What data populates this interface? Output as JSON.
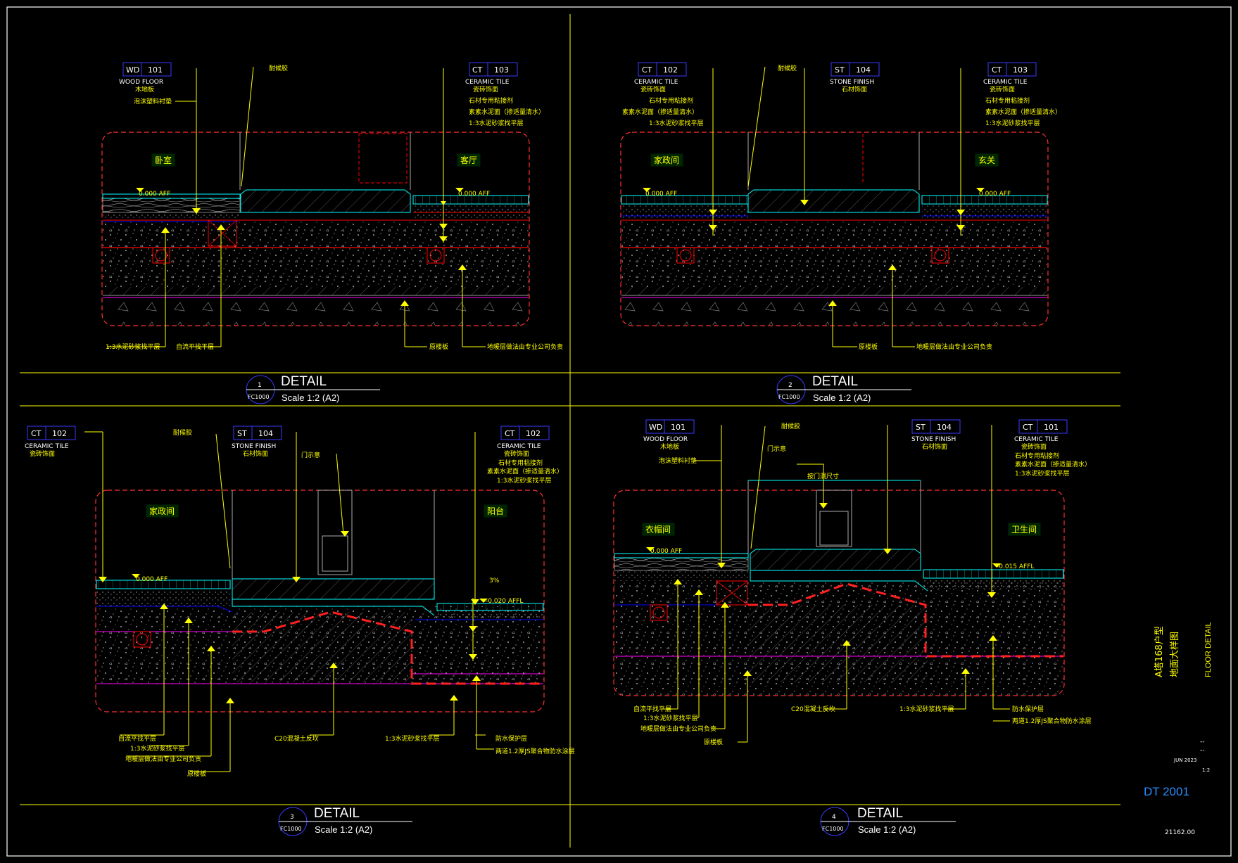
{
  "sheet": {
    "title_cn_1": "A塔168户型",
    "title_cn_2": "地面大样图",
    "title_en": "FLOOR DETAIL",
    "date": "JUN 2023",
    "scale_note": "1:2",
    "dash1": "--",
    "dash2": "--",
    "drawing_no": "DT 2001",
    "project_no": "21162.00"
  },
  "colors": {
    "frame": "#ffffff",
    "yellow": "#ffff00",
    "cyan": "#00ffff",
    "red": "#ff0000",
    "magenta": "#ff00ff",
    "blue": "#0000ff",
    "green": "#00ff00",
    "gray": "#9a9a9a"
  },
  "details": [
    {
      "number": "1",
      "ref": "FC1000",
      "title": "DETAIL",
      "scale": "Scale 1:2 (A2)",
      "tags": [
        {
          "code": "WD",
          "num": "101",
          "en": "WOOD FLOOR",
          "cn": "木地板",
          "notes": [
            "泡沫塑料衬垫"
          ]
        },
        {
          "code": "CT",
          "num": "103",
          "en": "CERAMIC TILE",
          "cn": "瓷砖饰面",
          "notes": [
            "石材专用粘接剂",
            "素素水泥面（掺适量清水）",
            "1:3水泥砂浆找平层"
          ]
        }
      ],
      "top_notes": [
        "耐候胶"
      ],
      "rooms": [
        "卧室",
        "客厅"
      ],
      "levels": [
        "0.000 AFF",
        "0.000 AFF"
      ],
      "bottom_notes": [
        "1:3水泥砂浆找平层",
        "自流平找平层",
        "原楼板",
        "地暖层做法由专业公司负责"
      ]
    },
    {
      "number": "2",
      "ref": "FC1000",
      "title": "DETAIL",
      "scale": "Scale 1:2 (A2)",
      "tags": [
        {
          "code": "CT",
          "num": "102",
          "en": "CERAMIC TILE",
          "cn": "瓷砖饰面",
          "notes": [
            "石材专用粘接剂",
            "素素水泥面（掺适量清水）",
            "1:3水泥砂浆找平层"
          ]
        },
        {
          "code": "ST",
          "num": "104",
          "en": "STONE FINISH",
          "cn": "石材饰面",
          "notes": []
        },
        {
          "code": "CT",
          "num": "103",
          "en": "CERAMIC TILE",
          "cn": "瓷砖饰面",
          "notes": [
            "石材专用粘接剂",
            "素素水泥面（掺适量清水）",
            "1:3水泥砂浆找平层"
          ]
        }
      ],
      "top_notes": [
        "耐候胶"
      ],
      "rooms": [
        "家政间",
        "玄关"
      ],
      "levels": [
        "0.000 AFF",
        "0.000 AFF"
      ],
      "bottom_notes": [
        "原楼板",
        "地暖层做法由专业公司负责"
      ]
    },
    {
      "number": "3",
      "ref": "FC1000",
      "title": "DETAIL",
      "scale": "Scale 1:2 (A2)",
      "tags": [
        {
          "code": "CT",
          "num": "102",
          "en": "CERAMIC TILE",
          "cn": "瓷砖饰面",
          "notes": []
        },
        {
          "code": "ST",
          "num": "104",
          "en": "STONE FINISH",
          "cn": "石材饰面",
          "notes": []
        },
        {
          "code": "CT",
          "num": "102",
          "en": "CERAMIC TILE",
          "cn": "瓷砖饰面",
          "notes": [
            "石材专用粘接剂",
            "素素水泥面（掺适量清水）",
            "1:3水泥砂浆找平层"
          ]
        }
      ],
      "top_notes": [
        "耐候胶",
        "门示意"
      ],
      "rooms": [
        "家政间",
        "阳台"
      ],
      "levels": [
        "0.000 AFF",
        "-0.020 AFFL"
      ],
      "slope": "3%",
      "bottom_notes": [
        "自流平找平层",
        "1:3水泥砂浆找平层",
        "地暖层做法由专业公司负责",
        "原楼板",
        "C20混凝土反坎",
        "1:3水泥砂浆找平层",
        "防水保护层",
        "两道1.2厚JS聚合物防水涂层"
      ]
    },
    {
      "number": "4",
      "ref": "FC1000",
      "title": "DETAIL",
      "scale": "Scale 1:2 (A2)",
      "tags": [
        {
          "code": "WD",
          "num": "101",
          "en": "WOOD FLOOR",
          "cn": "木地板",
          "notes": [
            "泡沫塑料衬垫"
          ]
        },
        {
          "code": "ST",
          "num": "104",
          "en": "STONE FINISH",
          "cn": "石材饰面",
          "notes": []
        },
        {
          "code": "CT",
          "num": "101",
          "en": "CERAMIC TILE",
          "cn": "瓷砖饰面",
          "notes": [
            "石材专用粘接剂",
            "素素水泥面（掺适量清水）",
            "1:3水泥砂浆找平层"
          ]
        }
      ],
      "top_notes": [
        "耐候胶",
        "门示意",
        "按门洞尺寸"
      ],
      "rooms": [
        "衣帽间",
        "卫生间"
      ],
      "levels": [
        "0.000 AFF",
        "-0.015 AFFL"
      ],
      "bottom_notes": [
        "自流平找平层",
        "1:3水泥砂浆找平层",
        "地暖层做法由专业公司负责",
        "原楼板",
        "C20混凝土反坎",
        "1:3水泥砂浆找平层",
        "防水保护层",
        "两道1.2厚JS聚合物防水涂层"
      ]
    }
  ]
}
